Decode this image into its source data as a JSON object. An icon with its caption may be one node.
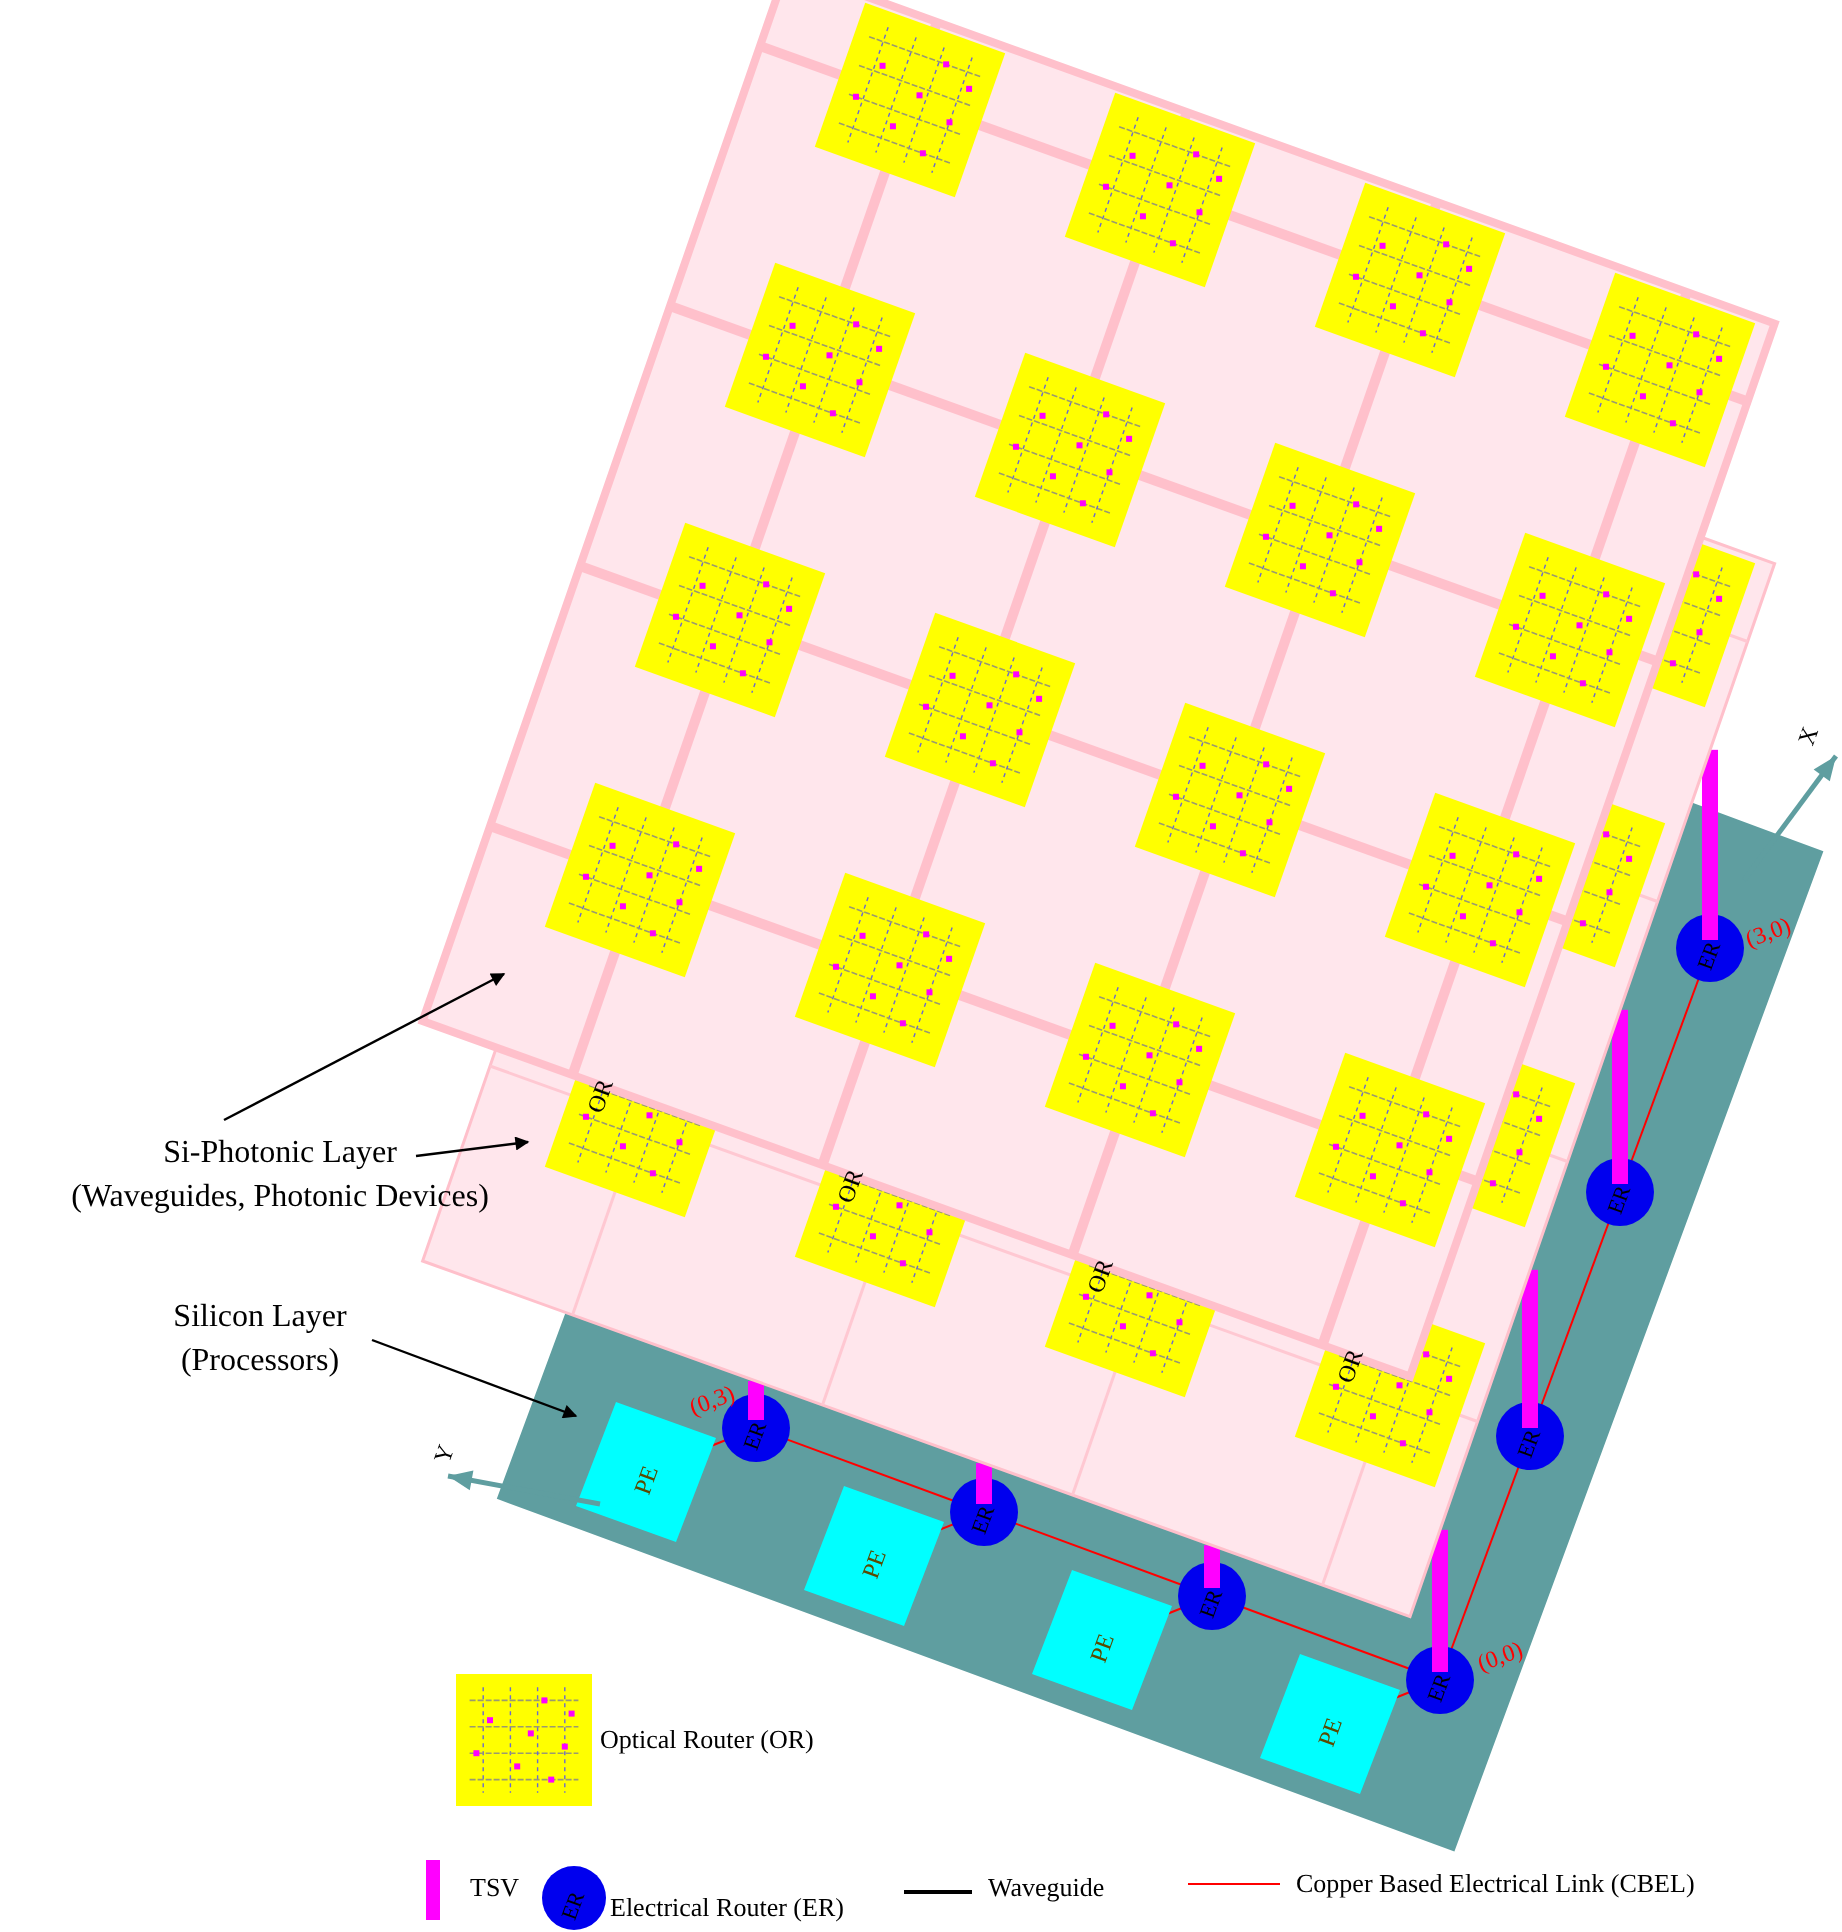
{
  "diagram": {
    "nodes": [
      {
        "text": [
          "Si-Photonic Layer",
          "(Waveguides, Photonic Devices)"
        ]
      },
      {
        "text": [
          "Silicon Layer",
          "(Processors)"
        ]
      },
      {
        "text": [],
        "shape": "box"
      },
      {
        "text": [],
        "shape": "box"
      },
      {
        "text": [],
        "shape": "box"
      }
    ],
    "edges": [
      {
        "from": 0,
        "to": 2,
        "arrow": "to"
      },
      {
        "from": 0,
        "to": 3,
        "arrow": "to"
      },
      {
        "from": 1,
        "to": 4,
        "arrow": "to"
      }
    ],
    "labels": [
      "X",
      "OR",
      "OR",
      "OR",
      "OR",
      "(3,0)",
      "(0,3)",
      "Y",
      "ER",
      "ER",
      "ER",
      "ER",
      "ER",
      "ER",
      "ER",
      "PE",
      "PE",
      "PE",
      "PE",
      "(0,0)",
      "ER"
    ],
    "legend": [
      {
        "text": "Optical Router (OR)"
      },
      {
        "text": "TSV",
        "color": "#ff00ff"
      },
      {
        "text": "Electrical Router (ER)"
      },
      {
        "text": "Waveguide"
      },
      {
        "text": "Copper Based Electrical Link (CBEL)"
      }
    ]
  }
}
